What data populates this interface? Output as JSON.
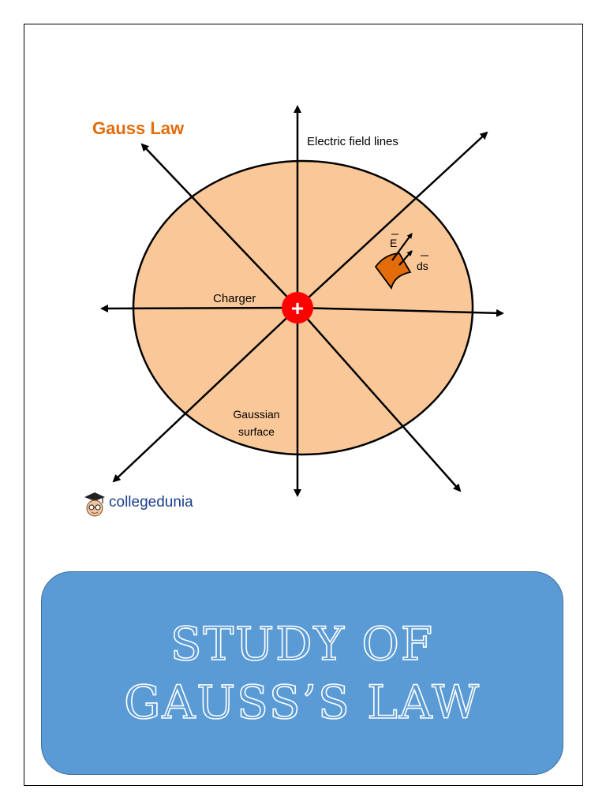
{
  "diagram": {
    "title": "Gauss Law",
    "field_lines_label": "Electric field lines",
    "charge_label": "Charger",
    "charge_symbol": "+",
    "surface_label_line1": "Gaussian",
    "surface_label_line2": "surface",
    "vector_e_label": "E",
    "vector_ds_label": "ds",
    "colors": {
      "title": "#e36c0a",
      "surface_fill": "#fac898",
      "charge": "#ff0000",
      "area_element": "#e36c0a"
    }
  },
  "logo": {
    "text": "collegedunia",
    "icon": "student-mascot-icon"
  },
  "banner": {
    "title": "Study of Gauss’s Law",
    "color": "#5b9bd5"
  }
}
